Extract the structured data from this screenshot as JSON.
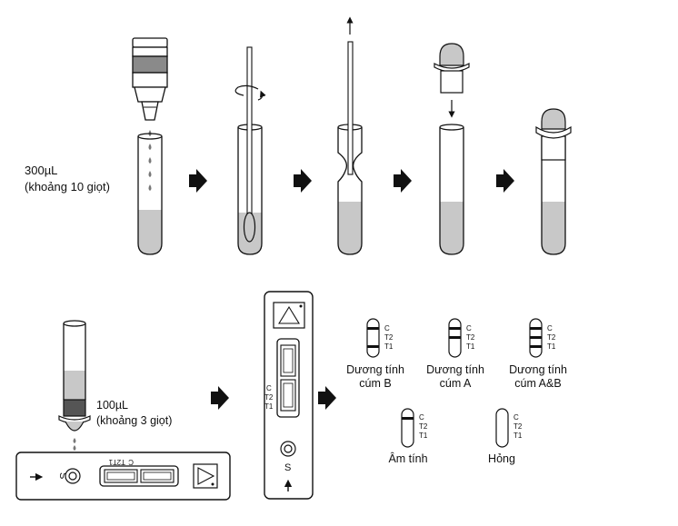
{
  "colors": {
    "liquid": "#c8c8c8",
    "dark_band": "#8a8a8a",
    "outline": "#111111",
    "drop": "#777777",
    "background": "#ffffff"
  },
  "step1": {
    "volume": "300µL",
    "note": "(khoảng 10 giọt)"
  },
  "step2": {
    "volume": "100µL",
    "note": "(khoảng 3 giọt)"
  },
  "cassette_marks": {
    "c": "C",
    "t2": "T2",
    "t1": "T1",
    "s": "S"
  },
  "results": [
    {
      "line1": "Dương tính",
      "line2": "cúm B"
    },
    {
      "line1": "Dương tính",
      "line2": "cúm A"
    },
    {
      "line1": "Dương tính",
      "line2": "cúm A&B"
    },
    {
      "line1": "Âm tính",
      "line2": ""
    },
    {
      "line1": "Hỏng",
      "line2": ""
    }
  ],
  "icons": [
    "arrow-right-icon",
    "arrow-up-icon",
    "arrow-down-icon",
    "rotate-icon",
    "warning-triangle-icon"
  ]
}
